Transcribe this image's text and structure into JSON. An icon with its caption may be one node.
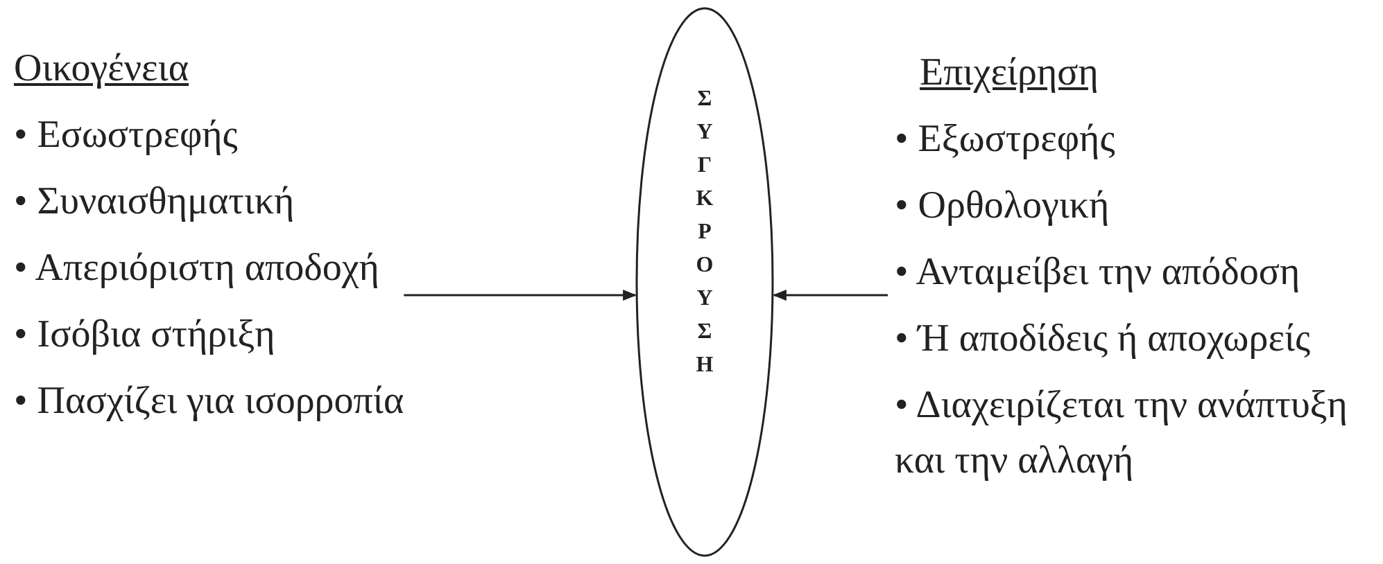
{
  "diagram": {
    "nodes": [
      {
        "text": [
          "Οικογένεια",
          "• Εσωστρεφής",
          "• Συναισθηματική",
          "• Απεριόριστη αποδοχή",
          "• Ισόβια στήριξη",
          "• Πασχίζει για ισορροπία"
        ]
      },
      {
        "text": [
          "ΣΥΓΚΡΟΥΣΗ"
        ]
      },
      {
        "text": [
          "Επιχείρηση",
          "• Εξωστρεφής",
          "• Ορθολογική",
          "• Ανταμείβει την απόδοση",
          "• Ή αποδίδεις ή αποχωρείς",
          "• Διαχειρίζεται την ανάπτυξη και την αλλαγή"
        ]
      }
    ],
    "edges": [
      {
        "from": 0,
        "to": 1,
        "arrow": "to"
      },
      {
        "from": 2,
        "to": 1,
        "arrow": "to"
      }
    ]
  }
}
